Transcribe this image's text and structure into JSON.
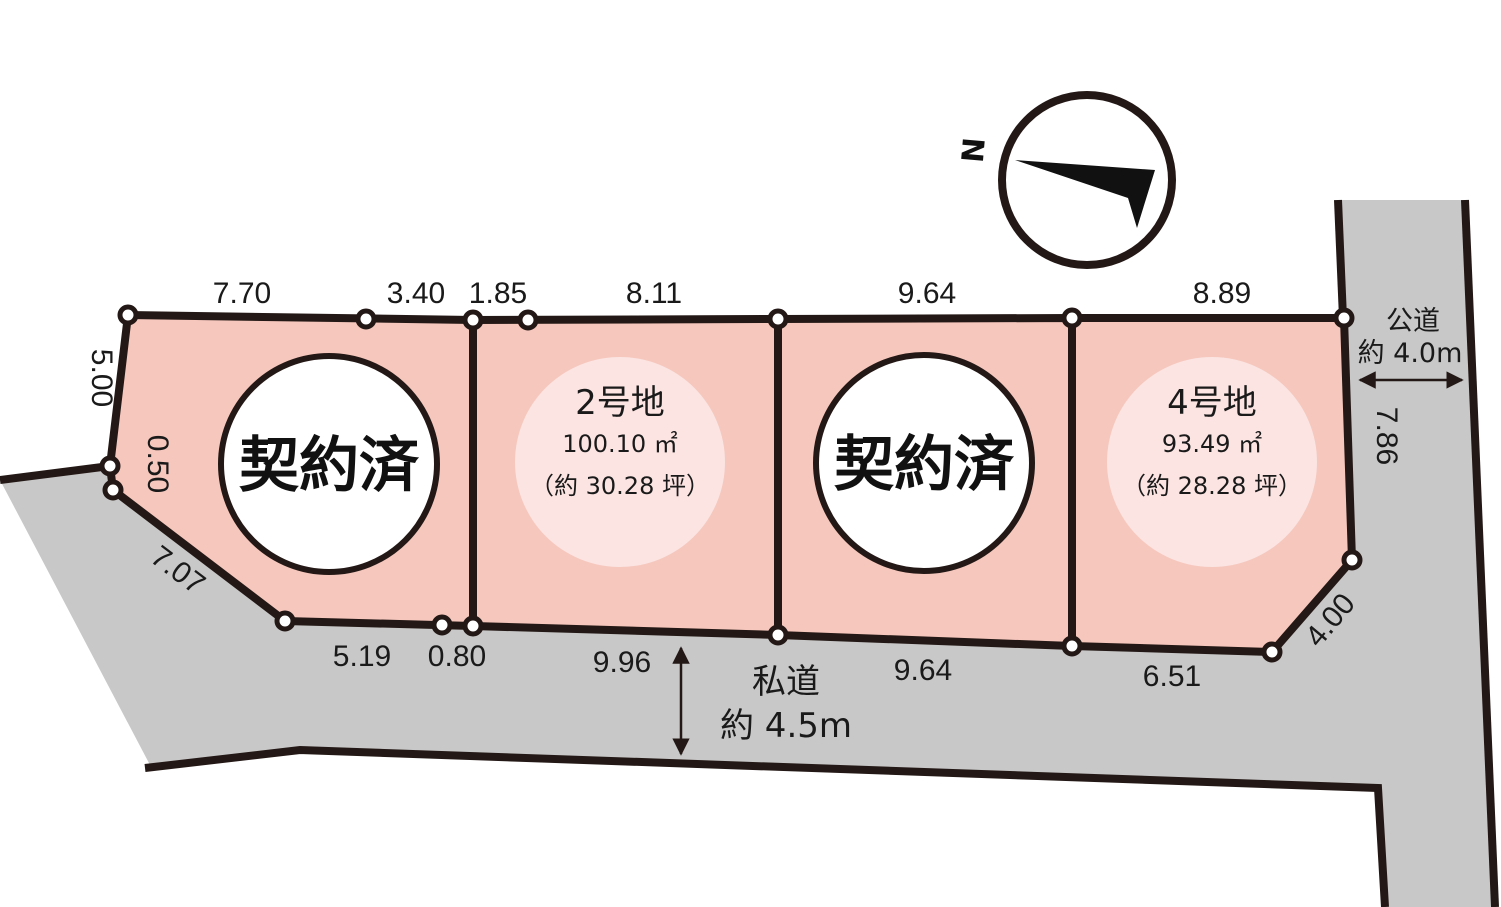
{
  "colors": {
    "lot_fill": "#f6c7bd",
    "road_fill": "#c8c8c8",
    "outline": "#231815",
    "badge_fill": "#fbe4e2"
  },
  "north_label": "N",
  "roads": {
    "public": {
      "name": "公道",
      "width": "約 4.0m"
    },
    "private": {
      "name": "私道",
      "width": "約 4.5m"
    }
  },
  "lots": [
    {
      "id": "lot1",
      "status": "契約済"
    },
    {
      "id": "lot2",
      "name": "2号地",
      "area_m2": "100.10 ㎡",
      "area_tsubo": "（約 30.28 坪）"
    },
    {
      "id": "lot3",
      "status": "契約済"
    },
    {
      "id": "lot4",
      "name": "4号地",
      "area_m2": "93.49 ㎡",
      "area_tsubo": "（約 28.28 坪）"
    }
  ],
  "dimensions": {
    "top": [
      "7.70",
      "3.40",
      "1.85",
      "8.11",
      "9.64",
      "8.89"
    ],
    "left_side": "5.00",
    "left_step": "0.50",
    "diagonal_left": "7.07",
    "bottom": [
      "5.19",
      "0.80",
      "9.96",
      "9.64",
      "6.51"
    ],
    "right_side": "7.86",
    "diagonal_right": "4.00"
  }
}
